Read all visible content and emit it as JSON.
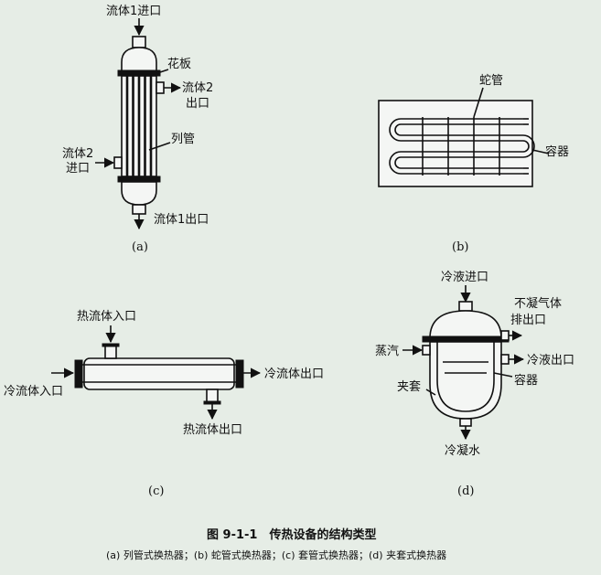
{
  "a": {
    "label": "(a)",
    "fluid1_in": "流体1进口",
    "tube_sheet": "花板",
    "fluid2_out_1": "流体2",
    "fluid2_out_2": "出口",
    "fluid2_in_1": "流体2",
    "fluid2_in_2": "进口",
    "tubes": "列管",
    "fluid1_out": "流体1出口"
  },
  "b": {
    "label": "(b)",
    "coil": "蛇管",
    "vessel": "容器"
  },
  "c": {
    "label": "(c)",
    "hot_in": "热流体入口",
    "cold_in": "冷流体入口",
    "cold_out": "冷流体出口",
    "hot_out": "热流体出口"
  },
  "d": {
    "label": "(d)",
    "cold_liquid_in": "冷液进口",
    "noncond_1": "不凝气体",
    "noncond_2": "排出口",
    "steam": "蒸汽",
    "cold_liquid_out": "冷液出口",
    "vessel": "容器",
    "jacket": "夹套",
    "condensate": "冷凝水"
  },
  "caption": {
    "title": "图 9-1-1　传热设备的结构类型",
    "subtitle": "(a) 列管式换热器；(b) 蛇管式换热器；(c) 套管式换热器；(d) 夹套式换热器"
  }
}
